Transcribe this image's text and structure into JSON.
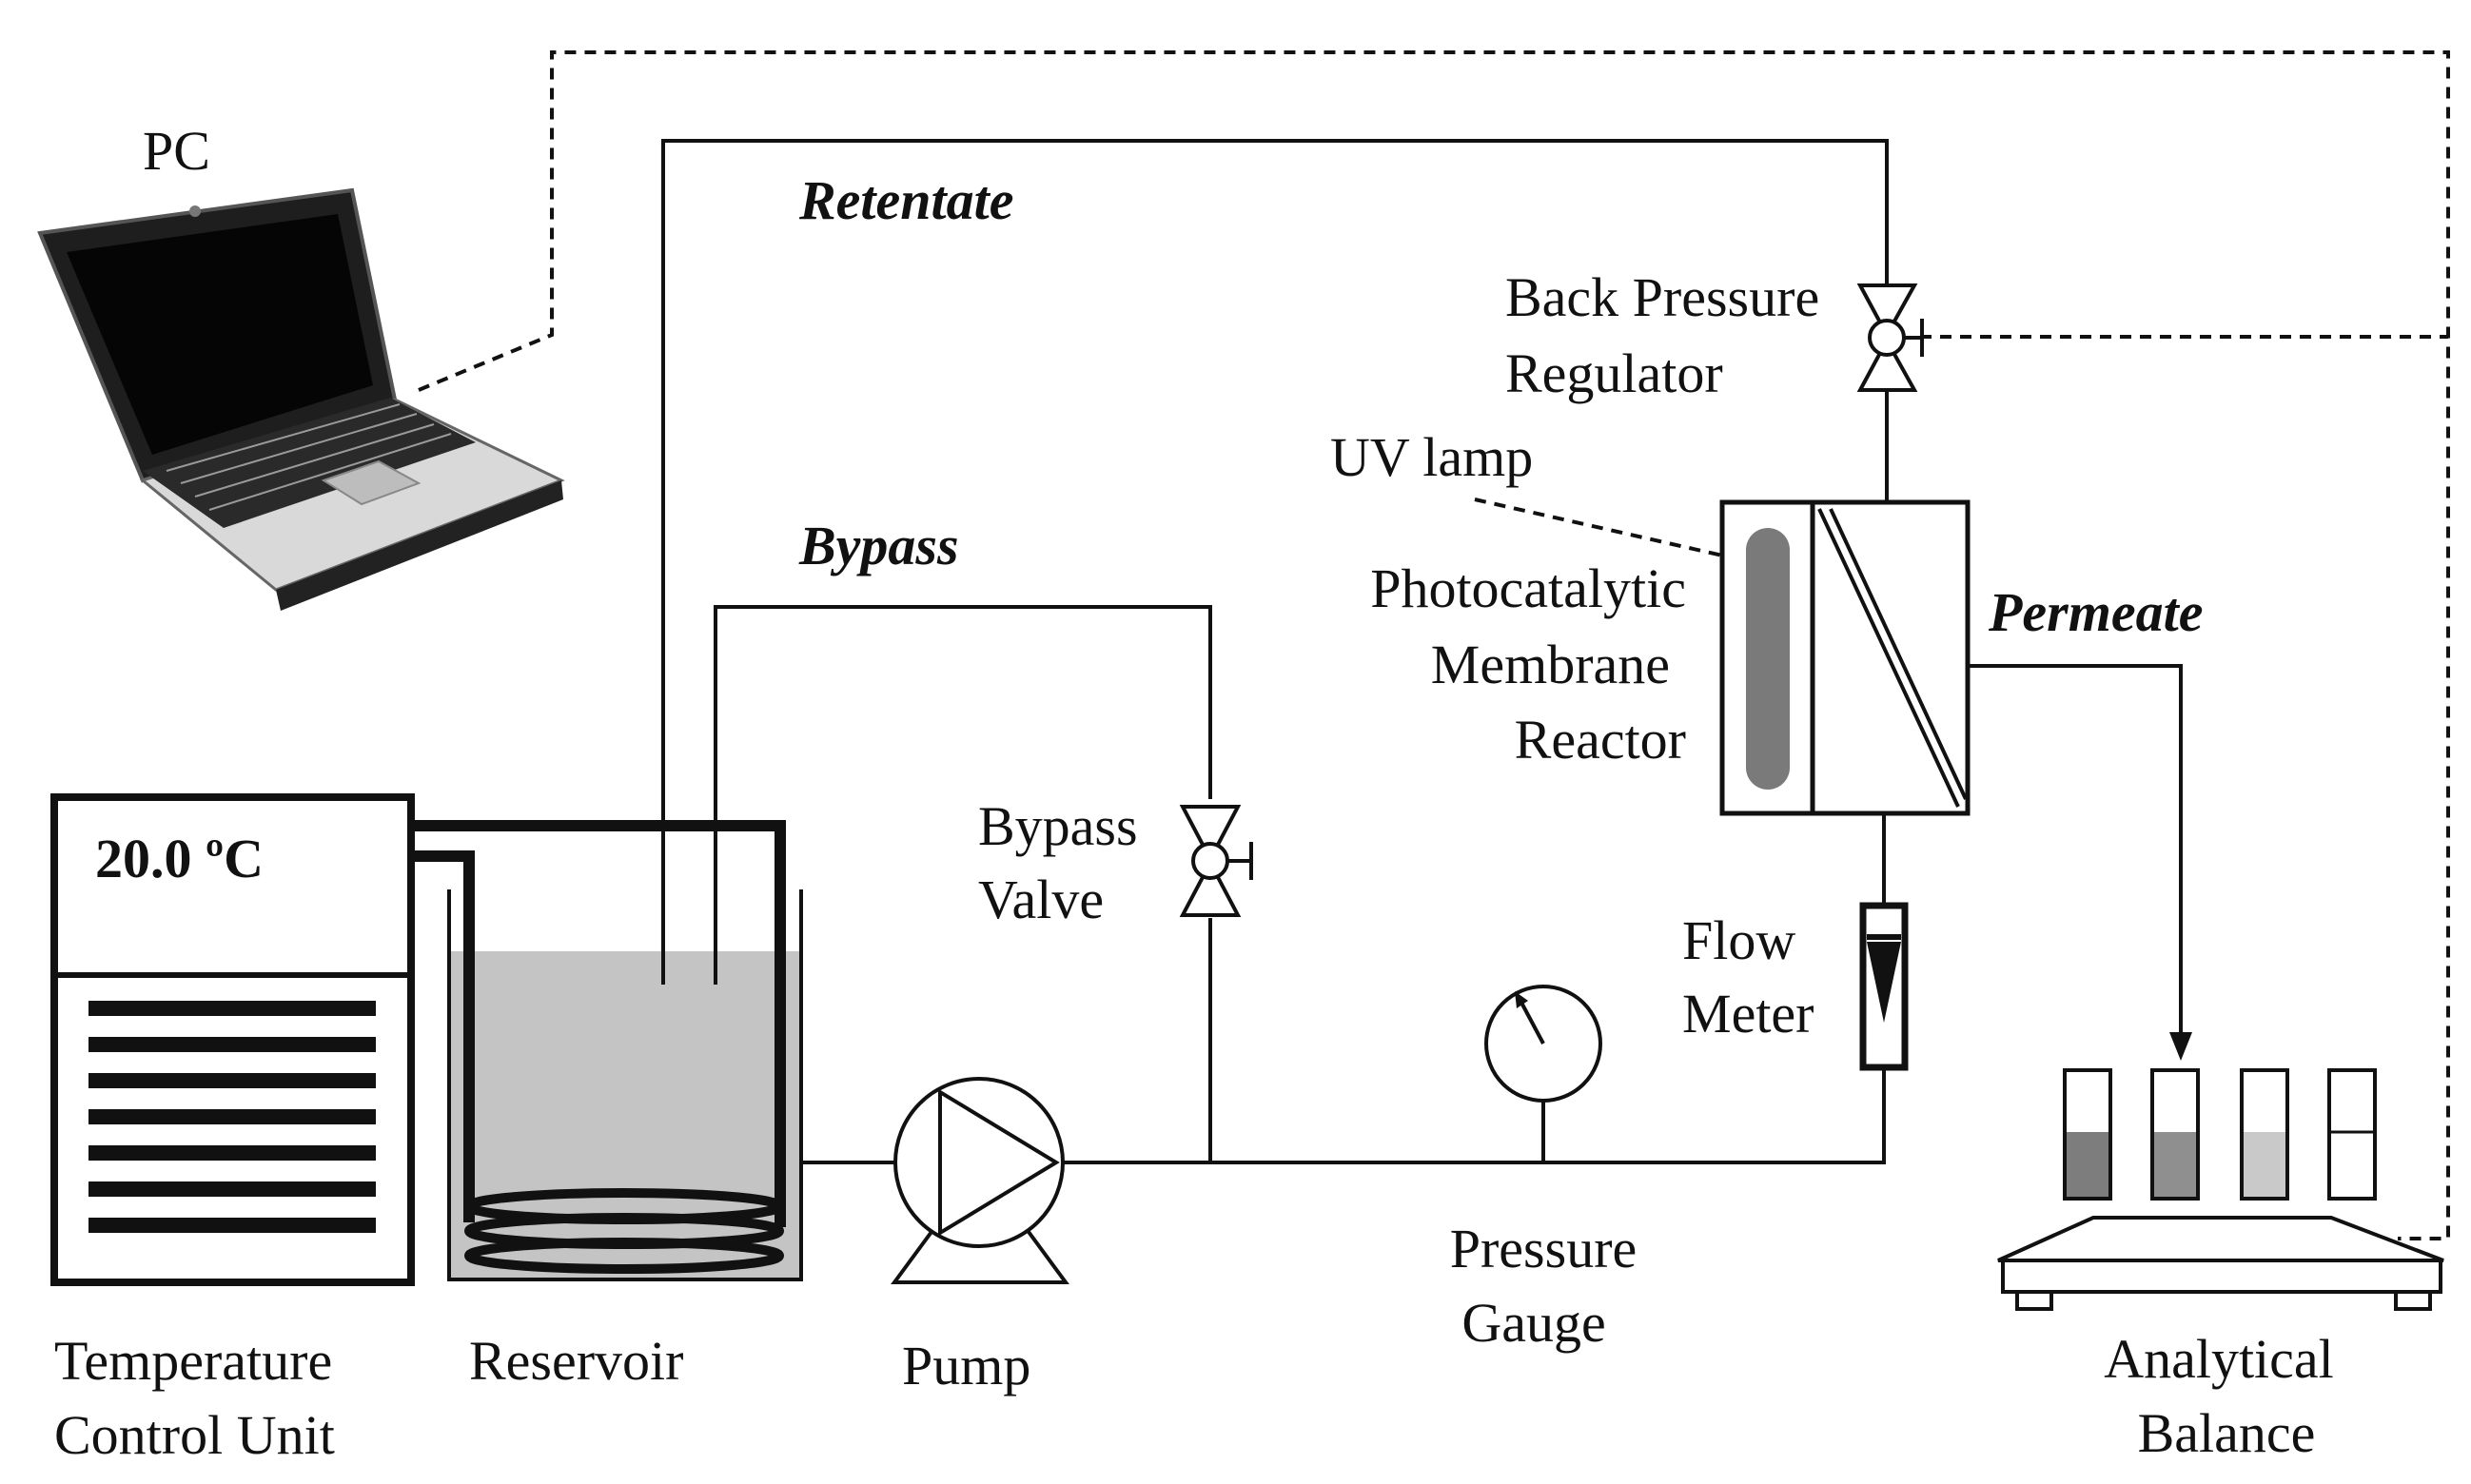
{
  "labels": {
    "pc": "PC",
    "retentate": "Retentate",
    "bypass": "Bypass",
    "back_pressure_line1": "Back Pressure",
    "back_pressure_line2": "Regulator",
    "uv_lamp": "UV lamp",
    "reactor_line1": "Photocatalytic",
    "reactor_line2": "Membrane",
    "reactor_line3": "Reactor",
    "permeate": "Permeate",
    "temperature_display": "20.0 ºC",
    "bypass_valve_line1": "Bypass",
    "bypass_valve_line2": "Valve",
    "flow_meter_line1": "Flow",
    "flow_meter_line2": "Meter",
    "temp_unit_line1": "Temperature",
    "temp_unit_line2": "Control Unit",
    "reservoir": "Reservoir",
    "pump": "Pump",
    "pressure_gauge_line1": "Pressure",
    "pressure_gauge_line2": "Gauge",
    "balance_line1": "Analytical",
    "balance_line2": "Balance"
  },
  "colors": {
    "line": "#111111",
    "liquid": "#c4c4c4",
    "lamp": "#7a7a7a",
    "vial_fills": [
      "#7d7d7d",
      "#8f8f8f",
      "#c9c9c9",
      "#ffffff"
    ]
  }
}
